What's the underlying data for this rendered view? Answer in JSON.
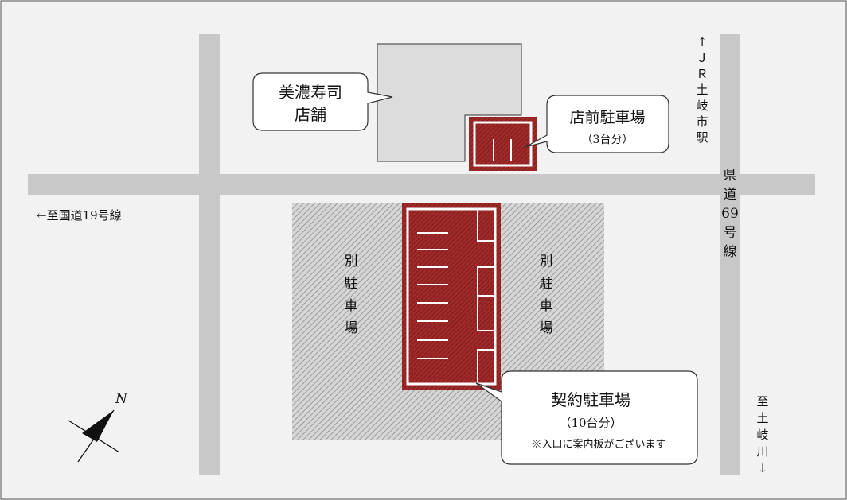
{
  "map": {
    "store_name_line1": "美濃寿司",
    "store_name_line2": "店舗",
    "front_parking_title": "店前駐車場",
    "front_parking_capacity": "（3台分）",
    "contract_parking_title": "契約駐車場",
    "contract_parking_capacity": "（10台分）",
    "contract_parking_note": "※入口に案内板がございます",
    "other_parking_chars": [
      "別",
      "駐",
      "車",
      "場"
    ],
    "jr_station_chars": [
      "↑",
      "Ｊ",
      "Ｒ",
      "土",
      "岐",
      "市",
      "駅"
    ],
    "route69_chars": [
      "県",
      "道",
      "69",
      "号",
      "線"
    ],
    "toki_river_chars": [
      "至",
      "土",
      "岐",
      "川",
      "↓"
    ],
    "route19_label": "←至国道19号線",
    "north_label": "N",
    "colors": {
      "background": "#f2f2f2",
      "road": "#c8c8c8",
      "building": "#dcdcdc",
      "parking_red": "#8f1d1d",
      "hatch_gray": "#a8a8a8"
    }
  }
}
